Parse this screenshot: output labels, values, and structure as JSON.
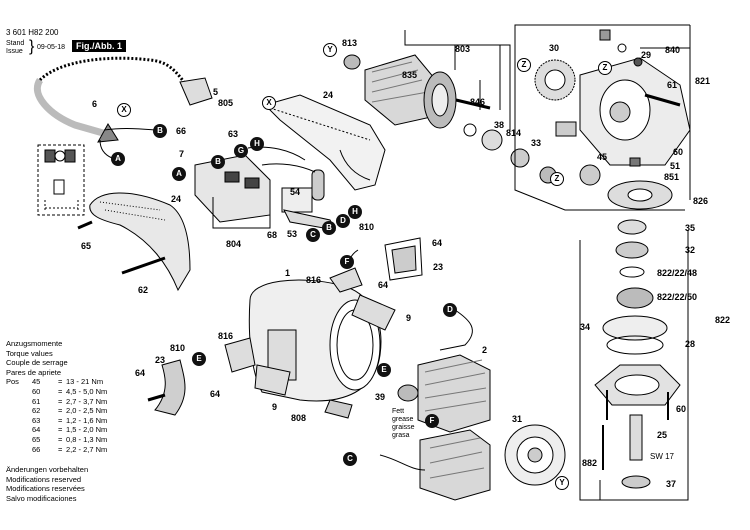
{
  "header": {
    "part_number": "3 601 H82 200",
    "stand_label": "Stand",
    "issue_label": "Issue",
    "date": "09-05-18",
    "figure_label": "Fig./Abb. 1"
  },
  "torque": {
    "titles": [
      "Anzugsmomente",
      "Torque values",
      "Couple de serrage",
      "Pares de apriete"
    ],
    "pos_label": "Pos",
    "rows": [
      {
        "pos": "45",
        "value": "13 - 21 Nm"
      },
      {
        "pos": "60",
        "value": "4,5 - 5,0 Nm"
      },
      {
        "pos": "61",
        "value": "2,7 - 3,7 Nm"
      },
      {
        "pos": "62",
        "value": "2,0 - 2,5 Nm"
      },
      {
        "pos": "63",
        "value": "1,2 - 1,6 Nm"
      },
      {
        "pos": "64",
        "value": "1,5 - 2,0 Nm"
      },
      {
        "pos": "65",
        "value": "0,8 - 1,3 Nm"
      },
      {
        "pos": "66",
        "value": "2,2 - 2,7 Nm"
      }
    ]
  },
  "changes": [
    "Änderungen vorbehalten",
    "Modifications reserved",
    "Modifications reservées",
    "Salvo modificaciones"
  ],
  "grease": [
    "Fett",
    "grease",
    "graisse",
    "grasa"
  ],
  "labels": {
    "l5": "5",
    "l805": "805",
    "l6": "6",
    "l24a": "24",
    "l24b": "24",
    "l65": "65",
    "l62": "62",
    "l66": "66",
    "l63": "63",
    "l7": "7",
    "l54": "54",
    "l68": "68",
    "l53": "53",
    "l804": "804",
    "l810a": "810",
    "l816a": "816",
    "l1": "1",
    "l9a": "9",
    "l23a": "23",
    "l64a": "64",
    "l64b": "64",
    "l816b": "816",
    "l810b": "810",
    "l23b": "23",
    "l64c": "64",
    "l64d": "64",
    "l9b": "9",
    "l808": "808",
    "l2": "2",
    "l39": "39",
    "l31": "31",
    "l813": "813",
    "l803": "803",
    "l835": "835",
    "l846": "846",
    "l38": "38",
    "l814": "814",
    "l33": "33",
    "l30": "30",
    "l29": "29",
    "l840": "840",
    "l821": "821",
    "l61": "61",
    "l60a": "60",
    "l51": "51",
    "l851": "851",
    "l45": "45",
    "l826": "826",
    "l35": "35",
    "l32": "32",
    "l822_48": "822/22/48",
    "l822_50": "822/22/50",
    "l34": "34",
    "l822": "822",
    "l28": "28",
    "l60b": "60",
    "l25": "25",
    "l882": "882",
    "lsw17": "SW 17",
    "l37": "37"
  },
  "markers": {
    "X1": "X",
    "X2": "X",
    "Y1": "Y",
    "Y2": "Y",
    "Z1": "Z",
    "Z2": "Z",
    "Z3": "Z",
    "A1": "A",
    "A2": "A",
    "B1": "B",
    "B2": "B",
    "B3": "B",
    "C1": "C",
    "C2": "C",
    "D1": "D",
    "D2": "D",
    "E1": "E",
    "E2": "E",
    "F1": "F",
    "F2": "F",
    "G1": "G",
    "H1": "H",
    "H2": "H"
  }
}
